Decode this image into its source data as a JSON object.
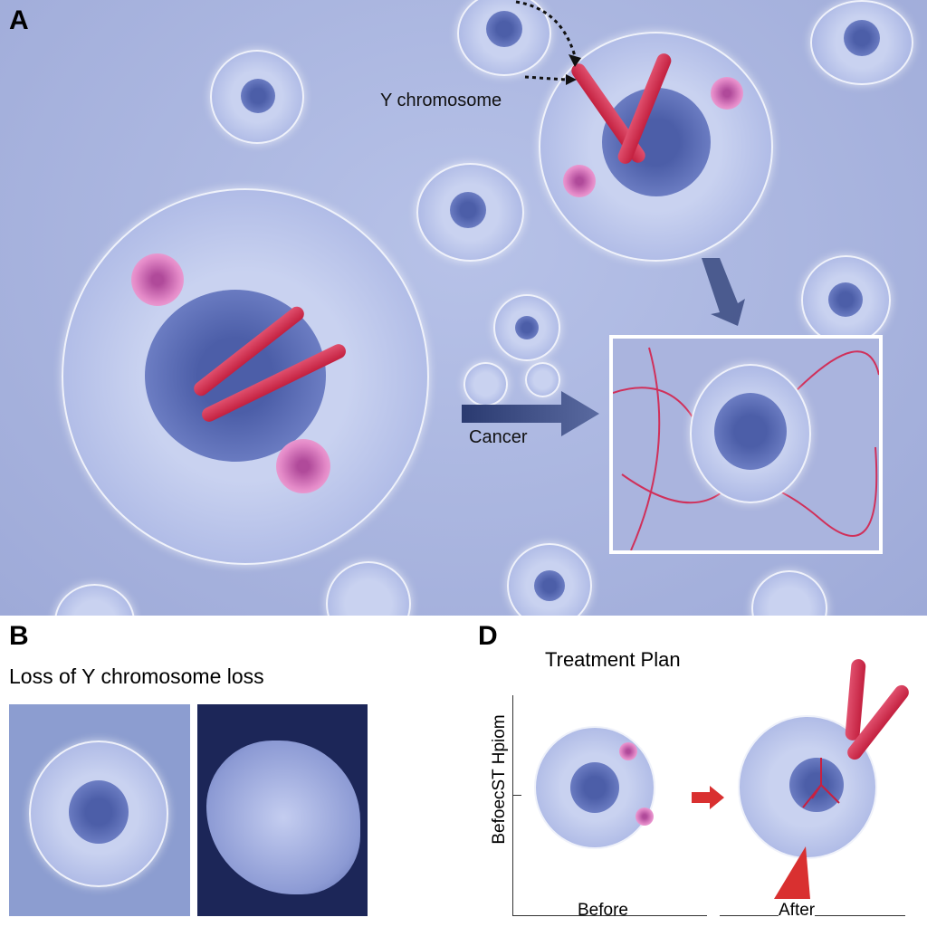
{
  "panel_a": {
    "letter": "A",
    "y_label": "Y chromosome",
    "cancer_label": "Cancer"
  },
  "panel_b": {
    "letter": "B",
    "title": "Loss of Y chromosome loss"
  },
  "panel_d": {
    "letter": "D",
    "title": "Treatment Plan",
    "y_axis_label": "BefoecST Hpiom",
    "x_labels": [
      "Before",
      "After"
    ]
  },
  "colors": {
    "background": "#a9b5e0",
    "chromosome": "#d0304f",
    "arrow_red": "#d93030",
    "arrow_blue": "#3a4a80"
  }
}
